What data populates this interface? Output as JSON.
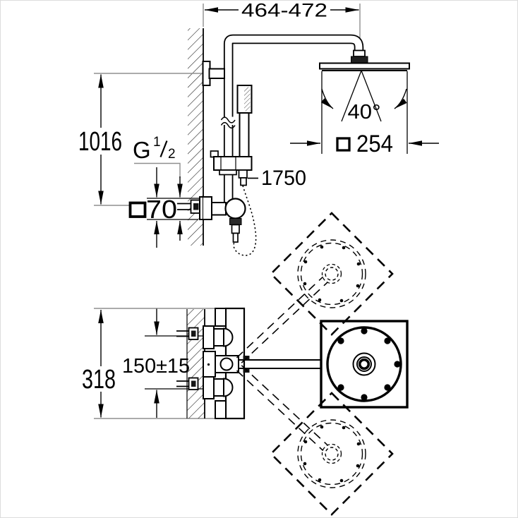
{
  "side_view": {
    "dim_top_width": "464-472",
    "dim_wall_height": "1016",
    "thread_label": {
      "letter": "G",
      "numerator": "1",
      "denominator": "2"
    },
    "dim_escutcheon": {
      "symbol": "□",
      "value": "70"
    },
    "spray_angle": "40°",
    "dim_head_size": {
      "symbol": "□",
      "value": "254"
    },
    "hose_length": "1750"
  },
  "plan_view": {
    "dim_supply_spacing": "150±15",
    "dim_body_height": "318"
  }
}
